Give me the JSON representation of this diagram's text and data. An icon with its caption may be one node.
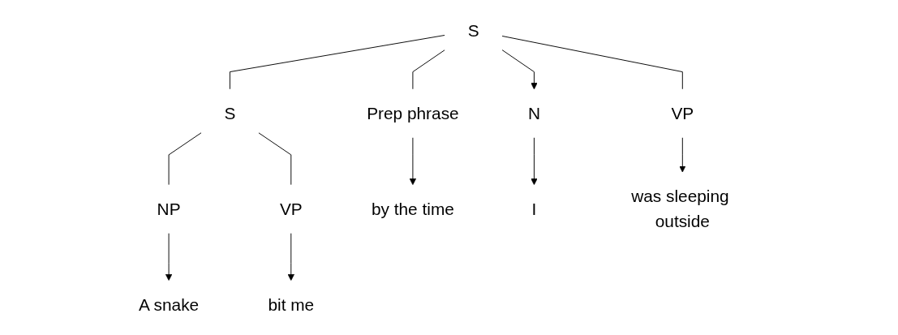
{
  "diagram": {
    "nodes": [
      {
        "text": [
          "S"
        ]
      },
      {
        "text": [
          "S"
        ]
      },
      {
        "text": [
          "VP"
        ]
      },
      {
        "text": [
          "NP"
        ]
      },
      {
        "text": [
          "VP"
        ]
      },
      {
        "text": [
          "Prep phrase"
        ]
      },
      {
        "text": [
          "N"
        ]
      },
      {
        "text": [
          "A snake"
        ]
      },
      {
        "text": [
          "bit me"
        ]
      },
      {
        "text": [
          "by the time"
        ]
      },
      {
        "text": [
          "I"
        ]
      },
      {
        "text": [
          "was sleeping outside"
        ]
      }
    ],
    "edges": [
      {
        "from": 0,
        "to": 1,
        "arrow": "none"
      },
      {
        "from": 0,
        "to": 5,
        "arrow": "none"
      },
      {
        "from": 0,
        "to": 6,
        "arrow": "to"
      },
      {
        "from": 0,
        "to": 2,
        "arrow": "none"
      },
      {
        "from": 1,
        "to": 3,
        "arrow": "none"
      },
      {
        "from": 1,
        "to": 4,
        "arrow": "none"
      },
      {
        "from": 3,
        "to": 7,
        "arrow": "to"
      },
      {
        "from": 4,
        "to": 8,
        "arrow": "to"
      },
      {
        "from": 5,
        "to": 9,
        "arrow": "to"
      },
      {
        "from": 6,
        "to": 10,
        "arrow": "to"
      },
      {
        "from": 2,
        "to": 11,
        "arrow": "to"
      }
    ]
  }
}
